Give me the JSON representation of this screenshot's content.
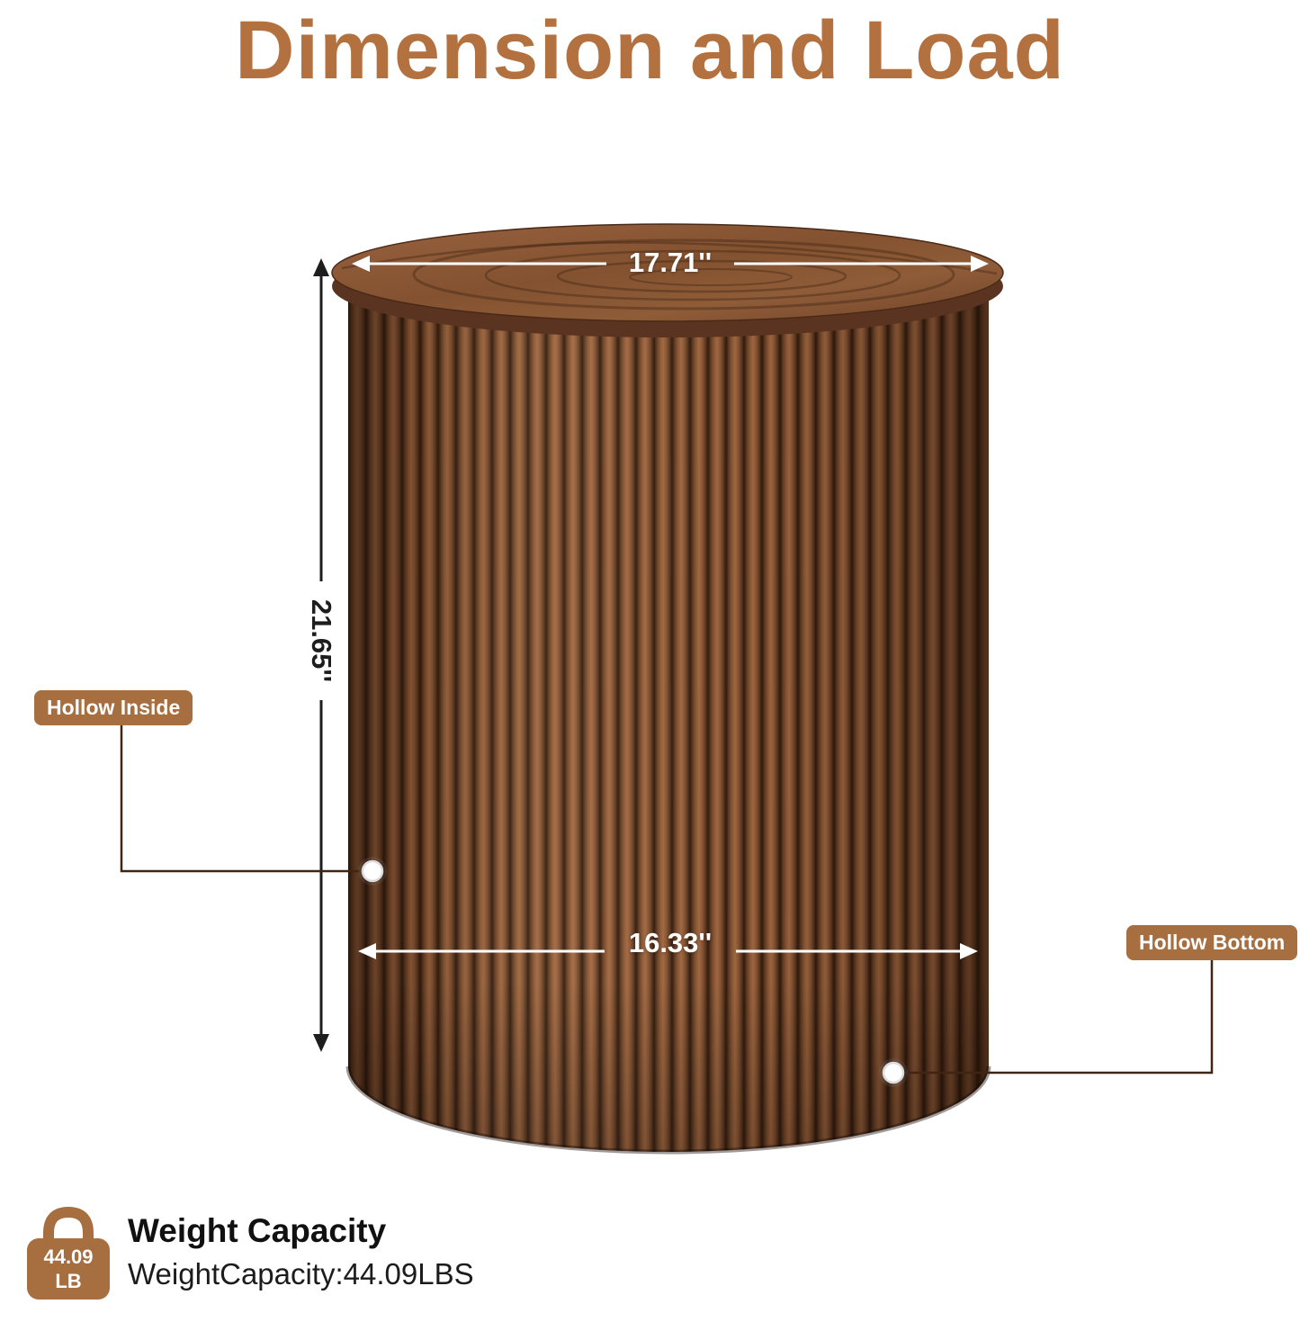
{
  "title": "Dimension and Load",
  "dimensions": {
    "top_diameter": "17.71''",
    "height": "21.65''",
    "base_diameter": "16.33''"
  },
  "callouts": {
    "hollow_inside": "Hollow Inside",
    "hollow_bottom": "Hollow Bottom"
  },
  "weight": {
    "icon_value": "44.09",
    "icon_unit": "LB",
    "heading": "Weight Capacity",
    "detail": "WeightCapacity:44.09LBS"
  },
  "colors": {
    "accent": "#b2713f",
    "badge": "#a76e40",
    "leader": "#3f2512",
    "line-dark": "#1d1d1d",
    "wood-light": "#a26a43",
    "wood-mid": "#8a5634",
    "wood-dark": "#2e1a0e"
  }
}
